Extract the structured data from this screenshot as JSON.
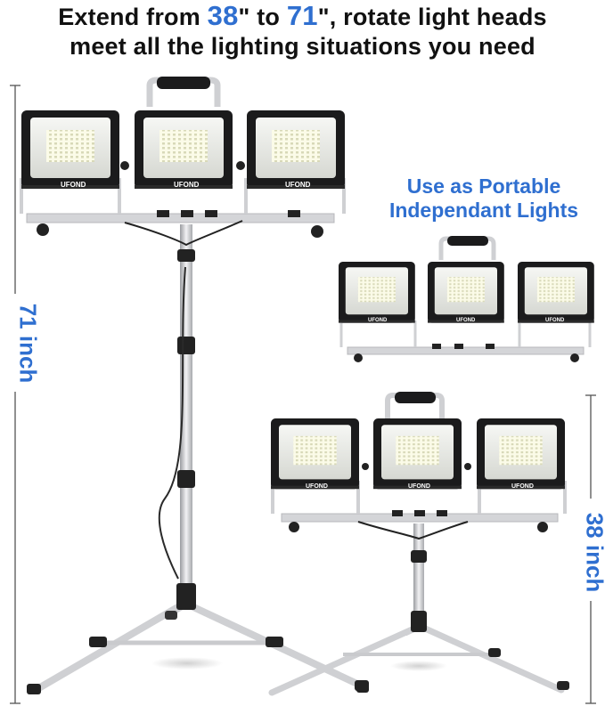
{
  "headline": {
    "line1_prefix": "Extend from ",
    "min_height": "38",
    "line1_mid": "\" to ",
    "max_height": "71",
    "line1_suffix": "\", rotate light heads",
    "line2": "meet all the lighting situations you need"
  },
  "portable_caption": {
    "line1": "Use as Portable",
    "line2": "Independant Lights"
  },
  "dimension_labels": {
    "tall": "71 inch",
    "short": "38 inch"
  },
  "brand": "UFOND",
  "colors": {
    "accent": "#2f6fd0",
    "light_housing": "#1a1a1a",
    "lens": "#eef0ee",
    "stand": "#d9dadd"
  }
}
